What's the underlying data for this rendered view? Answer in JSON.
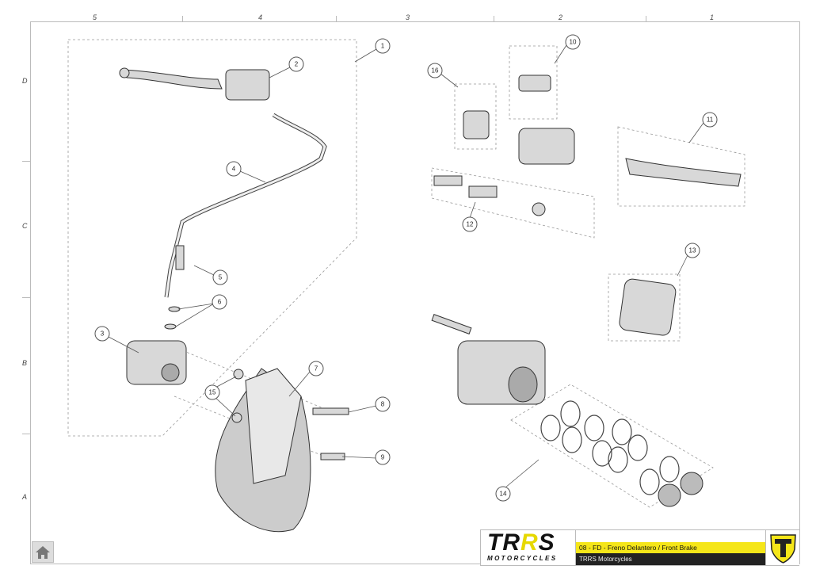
{
  "grid": {
    "columns": [
      "5",
      "4",
      "3",
      "2",
      "1"
    ],
    "rows": [
      "D",
      "C",
      "B",
      "A"
    ]
  },
  "callouts": [
    "1",
    "2",
    "3",
    "4",
    "5",
    "6",
    "7",
    "8",
    "9",
    "10",
    "11",
    "12",
    "13",
    "14",
    "15",
    "16"
  ],
  "title_block": {
    "logo_main": "TRRS",
    "logo_sub": "MOTORCYCLES",
    "title": "08 - FD - Freno Delantero / Front Brake",
    "subtitle": "TRRS Motorcycles"
  },
  "colors": {
    "accent": "#f5e619",
    "dark": "#222222"
  }
}
